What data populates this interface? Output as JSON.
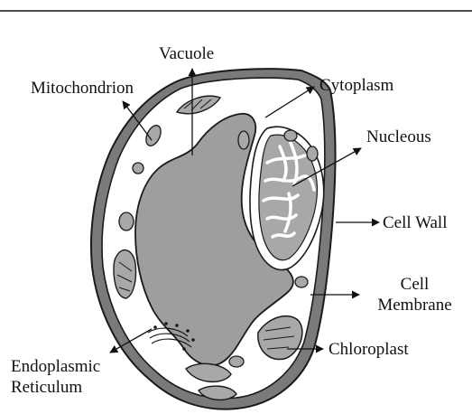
{
  "labels": {
    "vacuole": "Vacuole",
    "mitochondrion": "Mitochondrion",
    "cytoplasm": "Cytoplasm",
    "nucleous": "Nucleous",
    "cell_wall": "Cell Wall",
    "cell_membrane_1": "Cell",
    "cell_membrane_2": "Membrane",
    "chloroplast": "Chloroplast",
    "er_1": "Endoplasmic",
    "er_2": "Reticulum"
  },
  "colors": {
    "cell_wall": "#7a7a7a",
    "vacuole": "#9e9e9e",
    "cytoplasm": "#ffffff",
    "outline": "#1a1a1a",
    "organelle_fill": "#a8a8a8"
  }
}
